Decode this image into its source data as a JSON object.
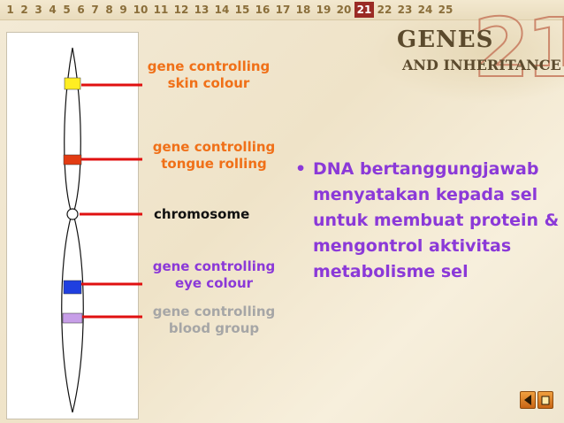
{
  "number_strip": {
    "items": [
      "1",
      "2",
      "3",
      "4",
      "5",
      "6",
      "7",
      "8",
      "9",
      "10",
      "11",
      "12",
      "13",
      "14",
      "15",
      "16",
      "17",
      "18",
      "19",
      "20",
      "21",
      "22",
      "23",
      "24",
      "25"
    ],
    "active": "21"
  },
  "header": {
    "title_line1": "GENES",
    "title_line2": "AND INHERITANCE",
    "chapter_number": "21"
  },
  "diagram": {
    "labels": {
      "skin_line1": "gene controlling",
      "skin_line2": "skin colour",
      "tongue_line1": "gene controlling",
      "tongue_line2": "tongue rolling",
      "chromosome": "chromosome",
      "eye_line1": "gene controlling",
      "eye_line2": "eye colour",
      "blood_line1": "gene controlling",
      "blood_line2": "blood group"
    },
    "colors": {
      "skin": "#ffee22",
      "tongue": "#e23b12",
      "eye": "#1f3fe0",
      "blood": "#c79ee8",
      "pointer": "#e01010",
      "label_orange": "#f07018",
      "label_purple": "#8b39d8",
      "label_gray": "#a6a6a6",
      "label_black": "#111111"
    }
  },
  "bullet": {
    "symbol": "•",
    "text": "DNA bertanggungjawab menyatakan kepada sel  untuk membuat protein & mengontrol aktivitas metabolisme sel"
  },
  "nav": {
    "back_icon": "back-arrow-icon",
    "home_icon": "home-icon"
  }
}
